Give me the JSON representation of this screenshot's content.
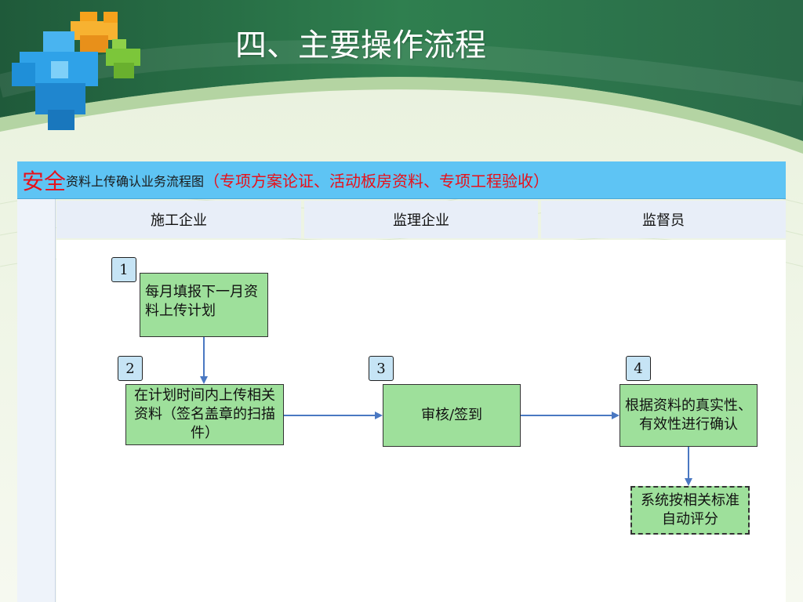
{
  "slide": {
    "title": "四、主要操作流程"
  },
  "diagram": {
    "header": {
      "lead": "安全",
      "main": "资料上传确认业务流程图",
      "scope": "（专项方案论证、活动板房资料、专项工程验收）"
    },
    "lanes": [
      "施工企业",
      "监理企业",
      "监督员"
    ],
    "steps": [
      {
        "num": "1",
        "text": "每月填报下一月资料上传计划"
      },
      {
        "num": "2",
        "text": "在计划时间内上传相关资料（签名盖章的扫描件）"
      },
      {
        "num": "3",
        "text": "审核/签到"
      },
      {
        "num": "4",
        "text": "根据资料的真实性、有效性进行确认"
      }
    ],
    "final": {
      "text": "系统按相关标准自动评分"
    }
  },
  "colors": {
    "header_blue": "#5ec4f4",
    "box_green": "#9ee09b",
    "accent_red": "#e8101a",
    "arrow_blue": "#4a78c2",
    "banner_green": "#2f7f4f"
  }
}
